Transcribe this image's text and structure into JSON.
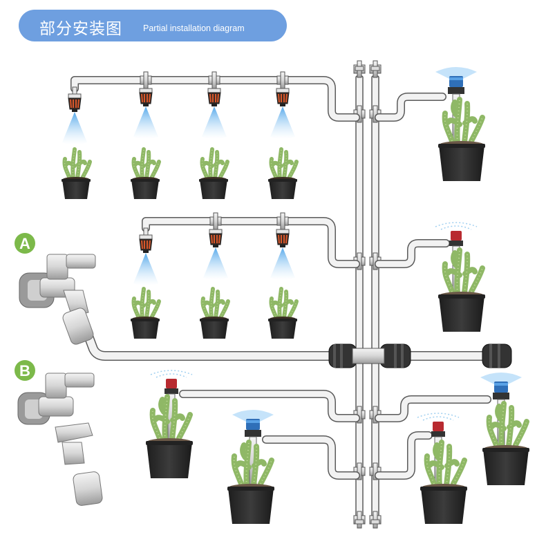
{
  "banner": {
    "title_cn": "部分安装图",
    "title_en": "Partial installation diagram"
  },
  "labels": {
    "faucet_a": "A",
    "faucet_b": "B"
  },
  "colors": {
    "banner": "#6e9fe0",
    "badge": "#7cb94a",
    "pipe": "#f2f2f2",
    "pipe_outline": "#5a5a5a",
    "spray": "#6fb6ec",
    "nozzle_orange": "#d9572a",
    "nozzle_blue": "#3f8ed8",
    "nozzle_red": "#d2353a",
    "pot": "#2b2b2b",
    "plant": "#8fb866"
  },
  "icons": [
    "faucet-icon",
    "hose-connector-icon",
    "tee-connector-icon",
    "mist-nozzle-icon",
    "sprinkler-icon",
    "potted-plant-icon",
    "end-plug-icon"
  ]
}
